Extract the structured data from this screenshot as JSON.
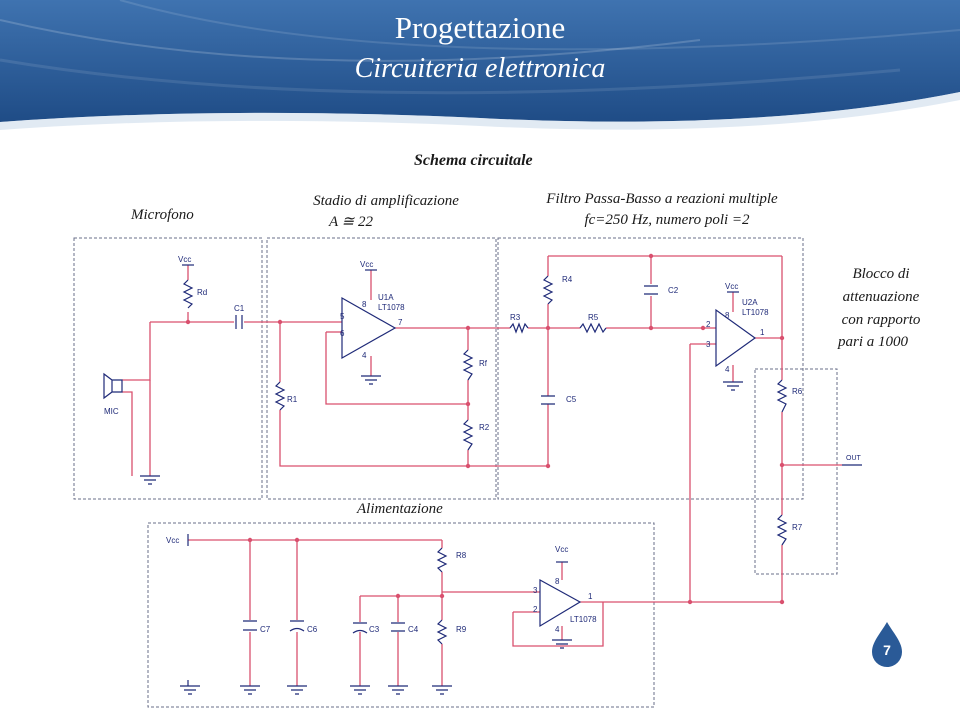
{
  "header": {
    "title": "Progettazione",
    "subtitle": "Circuiteria elettronica"
  },
  "labels": {
    "schema": "Schema circuitale",
    "microfono": "Microfono",
    "amp_line1": "Stadio di amplificazione",
    "amp_line2": "A ≅ 22",
    "filter_line1": "Filtro Passa-Basso a reazioni multiple",
    "filter_line2": "fc=250 Hz, numero poli =2",
    "atten_line1": "Blocco di",
    "atten_line2": "attenuazione",
    "atten_line3": "con rapporto",
    "atten_line4": "pari a 1000",
    "alimentazione": "Alimentazione"
  },
  "components": {
    "vcc": "Vcc",
    "rd": "Rd",
    "c1": "C1",
    "mic": "MIC",
    "u1a": "U1A",
    "lt1078": "LT1078",
    "r1": "R1",
    "rf": "Rf",
    "r2": "R2",
    "r3": "R3",
    "r4": "R4",
    "r5": "R5",
    "c2": "C2",
    "c5": "C5",
    "u2a": "U2A",
    "r6": "R6",
    "r7": "R7",
    "out": "OUT",
    "r8": "R8",
    "r9": "R9",
    "c3": "C3",
    "c4": "C4",
    "c6": "C6",
    "c7": "C7",
    "pin1": "1",
    "pin2": "2",
    "pin3": "3",
    "pin4": "4",
    "pin5": "5",
    "pin6": "6",
    "pin7": "7",
    "pin8": "8"
  },
  "page_number": "7",
  "colors": {
    "header_blue": "#2a5a97",
    "wire": "#d9506e",
    "component": "#1f2a78",
    "dashed_box": "#6a6f8a"
  }
}
